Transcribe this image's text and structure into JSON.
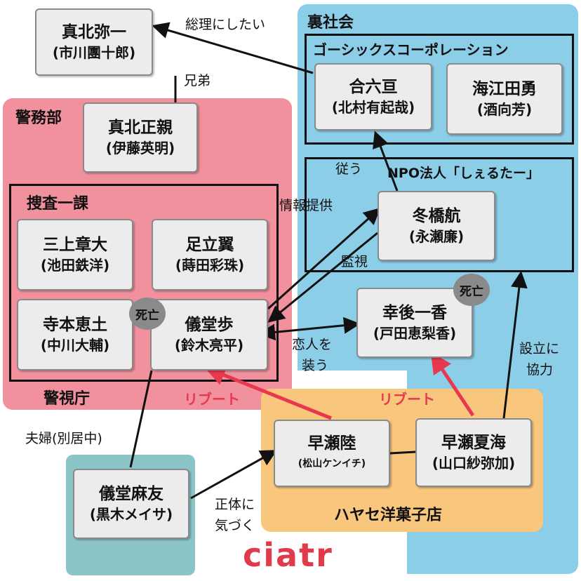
{
  "groups": {
    "ura_shakai": "裏社会",
    "gothics": "ゴーシックスコーポレーション",
    "npo": "NPO法人「しぇるたー」",
    "keimubu": "警務部",
    "sousa_ikka": "捜査一課",
    "keishicho": "警視庁",
    "hayase": "ハヤセ洋菓子店"
  },
  "people": {
    "manakita_yaichi": {
      "name": "真北弥一",
      "actor": "(市川團十郎)"
    },
    "manakita_masachika": {
      "name": "真北正親",
      "actor": "(伊藤英明)"
    },
    "goroku": {
      "name": "合六亘",
      "actor": "(北村有起哉)"
    },
    "kaieda": {
      "name": "海江田勇",
      "actor": "(酒向芳)"
    },
    "fuyuhashi": {
      "name": "冬橋航",
      "actor": "(永瀬廉)"
    },
    "mikami": {
      "name": "三上章大",
      "actor": "(池田鉄洋)"
    },
    "adachi": {
      "name": "足立翼",
      "actor": "(蒔田彩珠)"
    },
    "teramoto": {
      "name": "寺本恵土",
      "actor": "(中川大輔)"
    },
    "gido_ayumu": {
      "name": "儀堂歩",
      "actor": "(鈴木亮平)"
    },
    "kougo": {
      "name": "幸後一香",
      "actor": "(戸田恵梨香)"
    },
    "gido_mayu": {
      "name": "儀堂麻友",
      "actor": "(黒木メイサ)"
    },
    "hayase_riku": {
      "name": "早瀬陸",
      "actor": "(松山ケンイチ)"
    },
    "hayase_natsumi": {
      "name": "早瀬夏海",
      "actor": "(山口紗弥加)"
    }
  },
  "badges": {
    "dead": "死亡"
  },
  "relations": {
    "souri": "総理にしたい",
    "kyoudai": "兄弟",
    "shitagau": "従う",
    "jouhou": "情報提供",
    "kanshi": "監視",
    "koibito_1": "恋人を",
    "koibito_2": "装う",
    "setsuritsu_1": "設立に",
    "setsuritsu_2": "協力",
    "fuufu": "夫婦(別居中)",
    "shoutai_1": "正体に",
    "shoutai_2": "気づく",
    "reboot": "リブート"
  },
  "colors": {
    "pink_region": "#f1919d",
    "blue_region": "#8ccde8",
    "orange_region": "#f8c77d",
    "teal_region": "#8cc5c8",
    "reboot_red": "#e8384f"
  },
  "logo": "ciatr"
}
